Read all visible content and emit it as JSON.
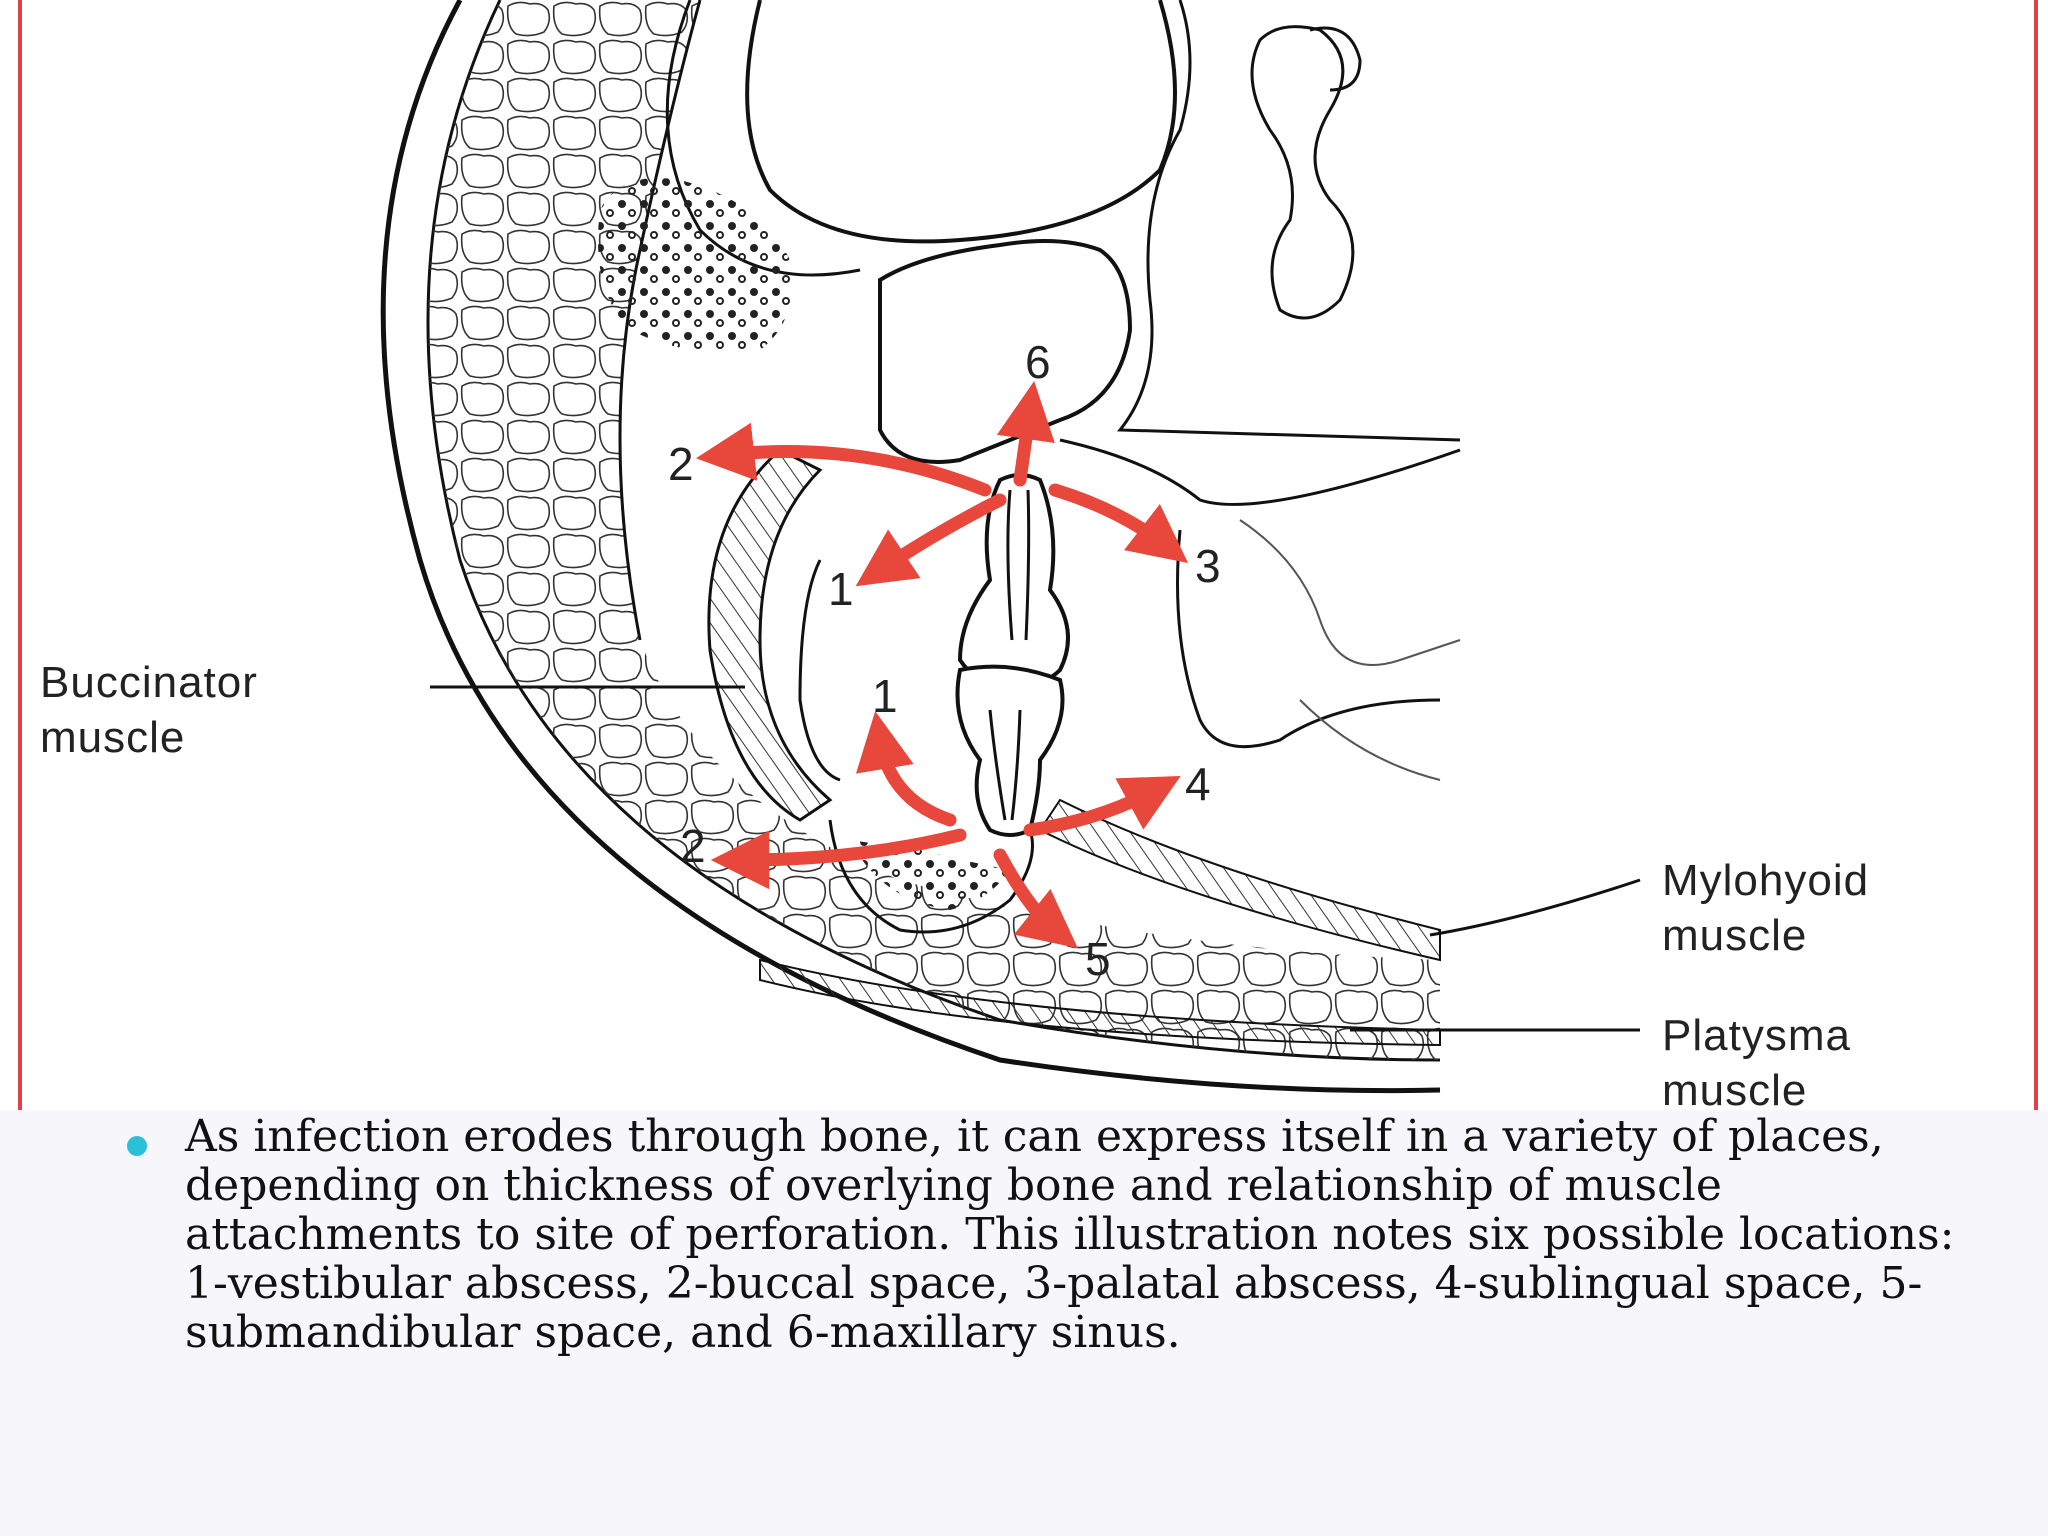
{
  "colors": {
    "arrow": "#e8473c",
    "frame": "#d9434a",
    "bullet": "#2cc0d8"
  },
  "labels": {
    "buccinator": [
      "Buccinator",
      "muscle"
    ],
    "mylohyoid": [
      "Mylohyoid",
      "muscle"
    ],
    "platysma": [
      "Platysma",
      "muscle"
    ]
  },
  "arrow_numbers": {
    "n1_upper": "1",
    "n1_lower": "1",
    "n2_upper": "2",
    "n2_lower": "2",
    "n3": "3",
    "n4": "4",
    "n5": "5",
    "n6": "6"
  },
  "caption": "As infection erodes through bone, it can express itself in a variety of places, depending on thickness of overlying bone and relationship of muscle attachments to site of perforation. This illustration notes six possible locations: 1-vestibular abscess, 2-buccal space, 3-palatal abscess, 4-sublingual space, 5-submandibular space, and 6-maxillary sinus."
}
